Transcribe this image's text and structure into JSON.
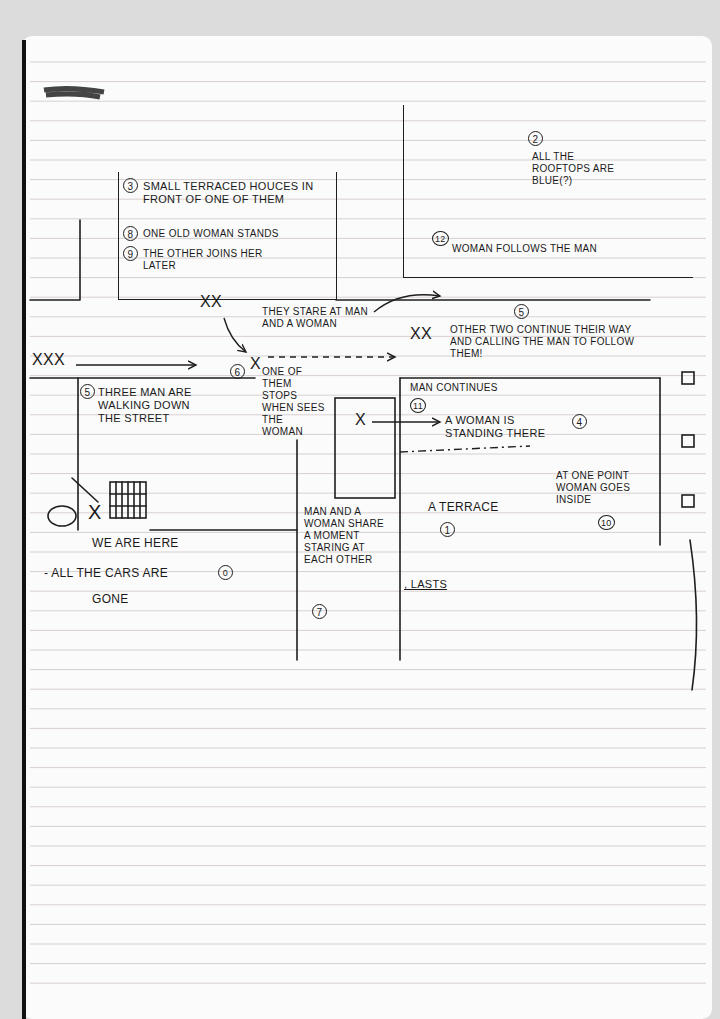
{
  "diagram": {
    "nodes": [
      {
        "text": [
          "3",
          "SMALL TERRACED HOUCES IN FRONT OF ONE OF THEM",
          "8",
          "ONE OLD WOMAN STANDS",
          "9",
          "THE OTHER JOINS HER LATER"
        ]
      },
      {
        "text": [
          "2",
          "ALL THE ROOFTOPS ARE BLUE(?)",
          "12",
          "WOMAN FOLLOWS THE MAN"
        ]
      }
    ],
    "labels": [
      "XX",
      "THEY STARE AT MAN AND A WOMAN",
      "XXX",
      "5",
      "THREE MAN ARE WALKING DOWN THE STREET",
      "6",
      "X",
      "ONE OF THEM STOPS WHEN SEES THE WOMAN",
      "5",
      "XX",
      "OTHER TWO CONTINUE THEIR WAY AND CALLING THE MAN TO FOLLOW THEM!",
      "MAN CONTINUES",
      "11",
      "X",
      "A WOMAN IS STANDING THERE",
      "4",
      "A TERRACE",
      "1",
      "AT ONE POINT WOMAN GOES INSIDE",
      "10",
      "MAN AND A WOMAN SHARE A MOMENT STARING AT EACH OTHER",
      "7",
      ", LASTS",
      "X",
      "WE ARE HERE",
      "- ALL THE CARS ARE",
      "0",
      "GONE"
    ]
  }
}
